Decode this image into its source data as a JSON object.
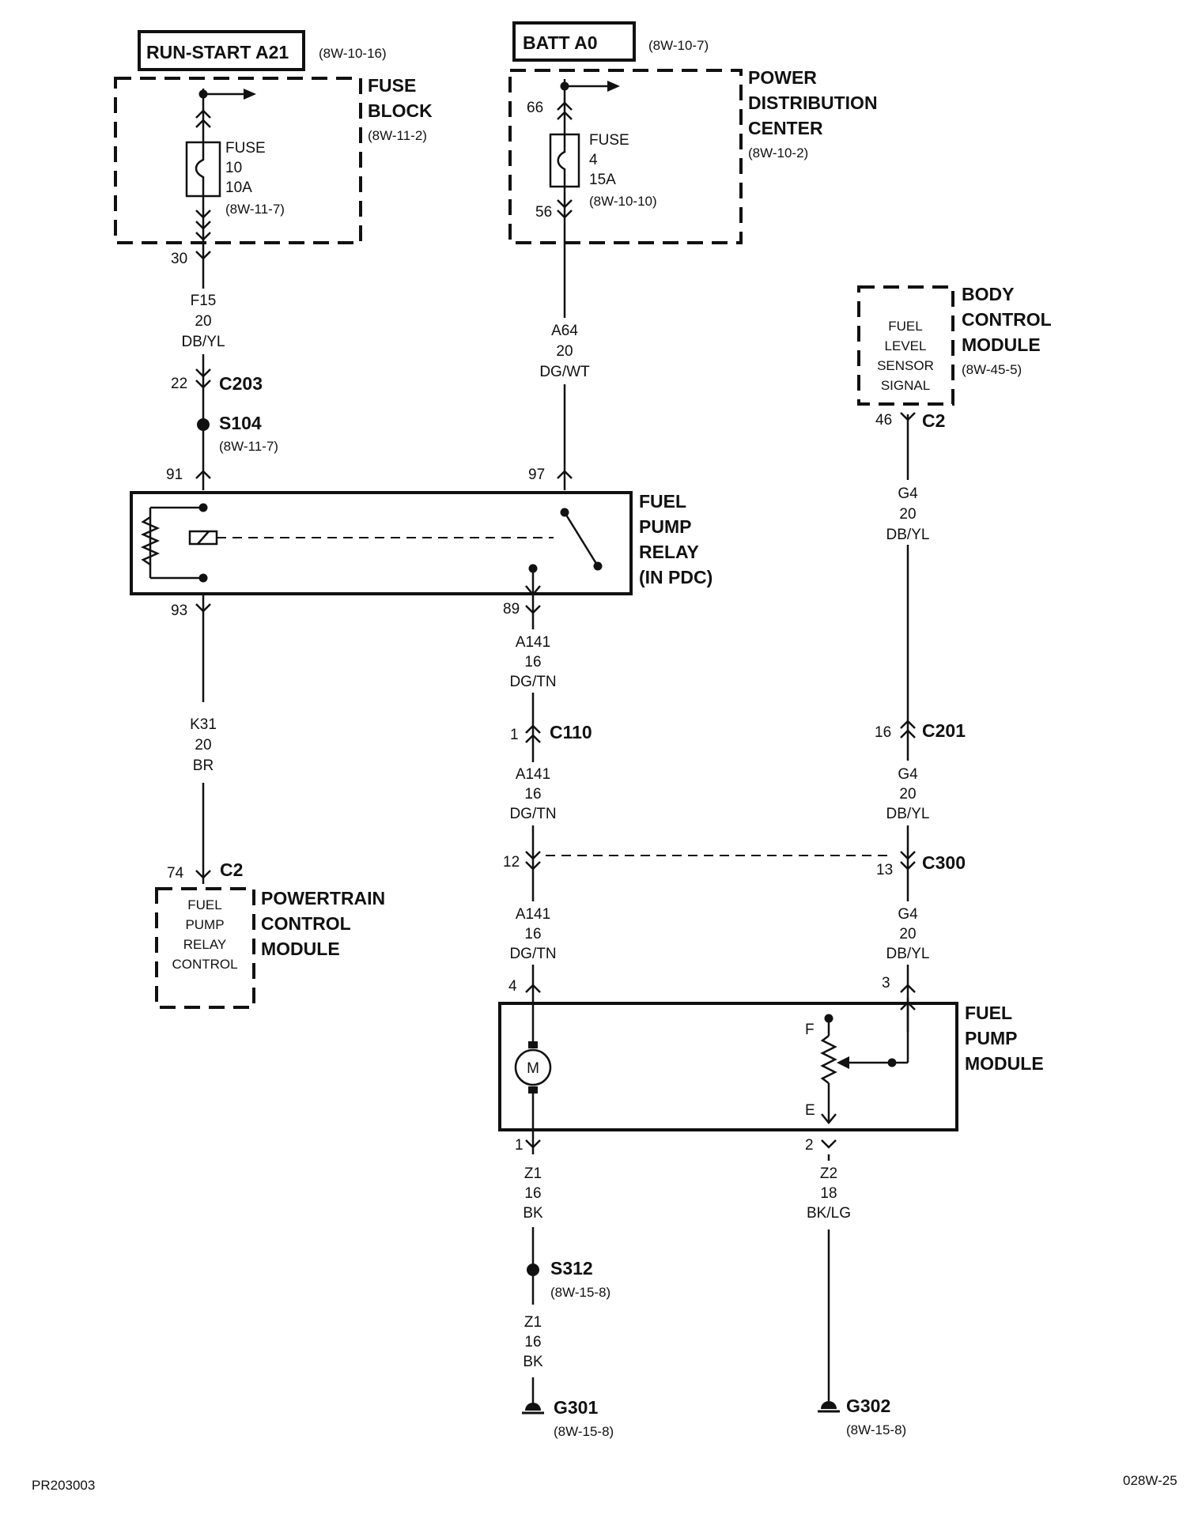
{
  "sources": {
    "run_start": {
      "label": "RUN-START A21",
      "ref": "(8W-10-16)"
    },
    "batt": {
      "label": "BATT A0",
      "ref": "(8W-10-7)"
    }
  },
  "fuse_block": {
    "title_lines": [
      "FUSE",
      "BLOCK"
    ],
    "ref": "(8W-11-2)",
    "fuse_lines": [
      "FUSE",
      "10",
      "10A",
      "(8W-11-7)"
    ],
    "pin_out": "30"
  },
  "pdc": {
    "title_lines": [
      "POWER",
      "DISTRIBUTION",
      "CENTER"
    ],
    "ref": "(8W-10-2)",
    "fuse_lines": [
      "FUSE",
      "4",
      "15A",
      "(8W-10-10)"
    ],
    "pin_in": "66",
    "pin_out": "56"
  },
  "wires": {
    "f15": [
      "F15",
      "20",
      "DB/YL"
    ],
    "a64": [
      "A64",
      "20",
      "DG/WT"
    ],
    "g4_top": [
      "G4",
      "20",
      "DB/YL"
    ],
    "k31": [
      "K31",
      "20",
      "BR"
    ],
    "a141_a": [
      "A141",
      "16",
      "DG/TN"
    ],
    "a141_b": [
      "A141",
      "16",
      "DG/TN"
    ],
    "a141_c": [
      "A141",
      "16",
      "DG/TN"
    ],
    "g4_mid": [
      "G4",
      "20",
      "DB/YL"
    ],
    "g4_low": [
      "G4",
      "20",
      "DB/YL"
    ],
    "z1_a": [
      "Z1",
      "16",
      "BK"
    ],
    "z2": [
      "Z2",
      "18",
      "BK/LG"
    ],
    "z1_b": [
      "Z1",
      "16",
      "BK"
    ]
  },
  "connectors": {
    "c203": {
      "name": "C203",
      "pin": "22"
    },
    "c2_bcm": {
      "name": "C2",
      "pin": "46"
    },
    "c110": {
      "name": "C110",
      "pin": "1"
    },
    "c201": {
      "name": "C201",
      "pin": "16"
    },
    "c300": {
      "name": "C300",
      "pin_left": "12",
      "pin_right": "13"
    },
    "c2_pcm": {
      "name": "C2",
      "pin": "74"
    }
  },
  "splices": {
    "s104": {
      "name": "S104",
      "ref": "(8W-11-7)"
    },
    "s312": {
      "name": "S312",
      "ref": "(8W-15-8)"
    }
  },
  "bcm": {
    "title_lines": [
      "BODY",
      "CONTROL",
      "MODULE"
    ],
    "ref": "(8W-45-5)",
    "inner_lines": [
      "FUEL",
      "LEVEL",
      "SENSOR",
      "SIGNAL"
    ]
  },
  "relay": {
    "title_lines": [
      "FUEL",
      "PUMP",
      "RELAY",
      "(IN PDC)"
    ],
    "pins": {
      "coil_in": "91",
      "switch_in": "97",
      "coil_out": "93",
      "switch_out": "89"
    }
  },
  "pcm": {
    "title_lines": [
      "POWERTRAIN",
      "CONTROL",
      "MODULE"
    ],
    "inner_lines": [
      "FUEL",
      "PUMP",
      "RELAY",
      "CONTROL"
    ]
  },
  "pump_module": {
    "title_lines": [
      "FUEL",
      "PUMP",
      "MODULE"
    ],
    "motor_label": "M",
    "sender_full": "F",
    "sender_empty": "E",
    "pins": {
      "motor_in": "4",
      "sender_in": "3",
      "motor_out": "1",
      "sender_out": "2"
    }
  },
  "grounds": {
    "g301": {
      "name": "G301",
      "ref": "(8W-15-8)"
    },
    "g302": {
      "name": "G302",
      "ref": "(8W-15-8)"
    }
  },
  "footer": {
    "left": "PR203003",
    "right": "028W-25"
  }
}
